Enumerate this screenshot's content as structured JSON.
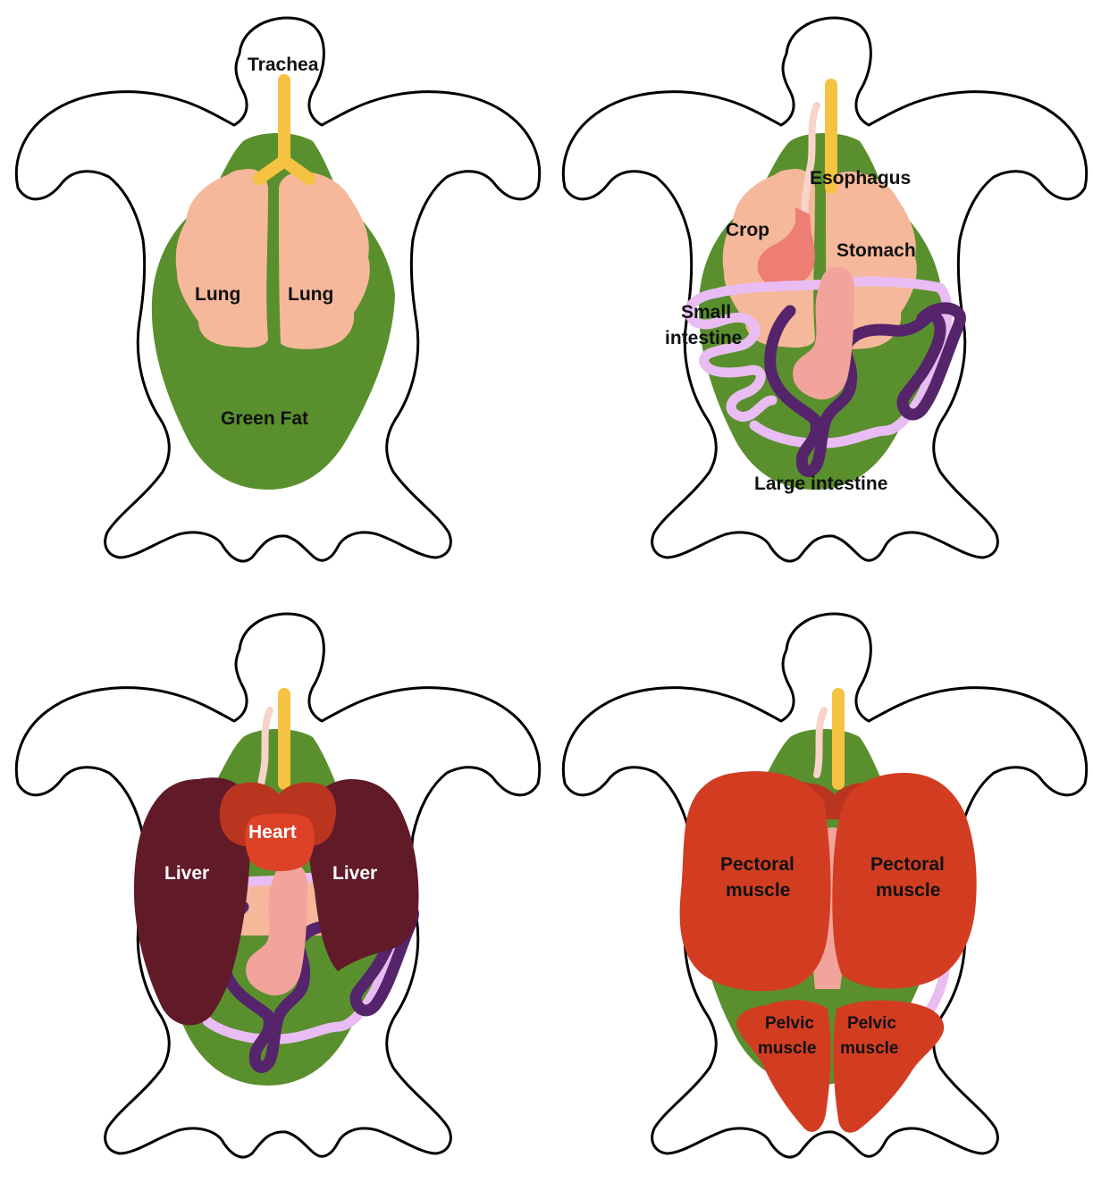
{
  "colors": {
    "outline": "#000000",
    "trachea": "#f5c242",
    "green_fat": "#5a8f2e",
    "lung": "#f6b89a",
    "esophagus": "#f8d3cc",
    "crop": "#ee7d73",
    "stomach": "#f2a49c",
    "small_intestine": "#e9bdf3",
    "large_intestine": "#55246b",
    "liver": "#611a28",
    "heart_atria": "#b9351f",
    "heart_ventricle": "#dd4128",
    "muscle": "#d23d22"
  },
  "panels": [
    {
      "labels": {
        "trachea": "Trachea",
        "lung_left": "Lung",
        "lung_right": "Lung",
        "green_fat": "Green Fat"
      }
    },
    {
      "labels": {
        "esophagus": "Esophagus",
        "crop": "Crop",
        "stomach": "Stomach",
        "small_intestine_1": "Small",
        "small_intestine_2": "intestine",
        "large_intestine": "Large intestine"
      }
    },
    {
      "labels": {
        "heart": "Heart",
        "liver_left": "Liver",
        "liver_right": "Liver"
      }
    },
    {
      "labels": {
        "pectoral_left_1": "Pectoral",
        "pectoral_left_2": "muscle",
        "pectoral_right_1": "Pectoral",
        "pectoral_right_2": "muscle",
        "pelvic_left_1": "Pelvic",
        "pelvic_left_2": "muscle",
        "pelvic_right_1": "Pelvic",
        "pelvic_right_2": "muscle"
      }
    }
  ]
}
